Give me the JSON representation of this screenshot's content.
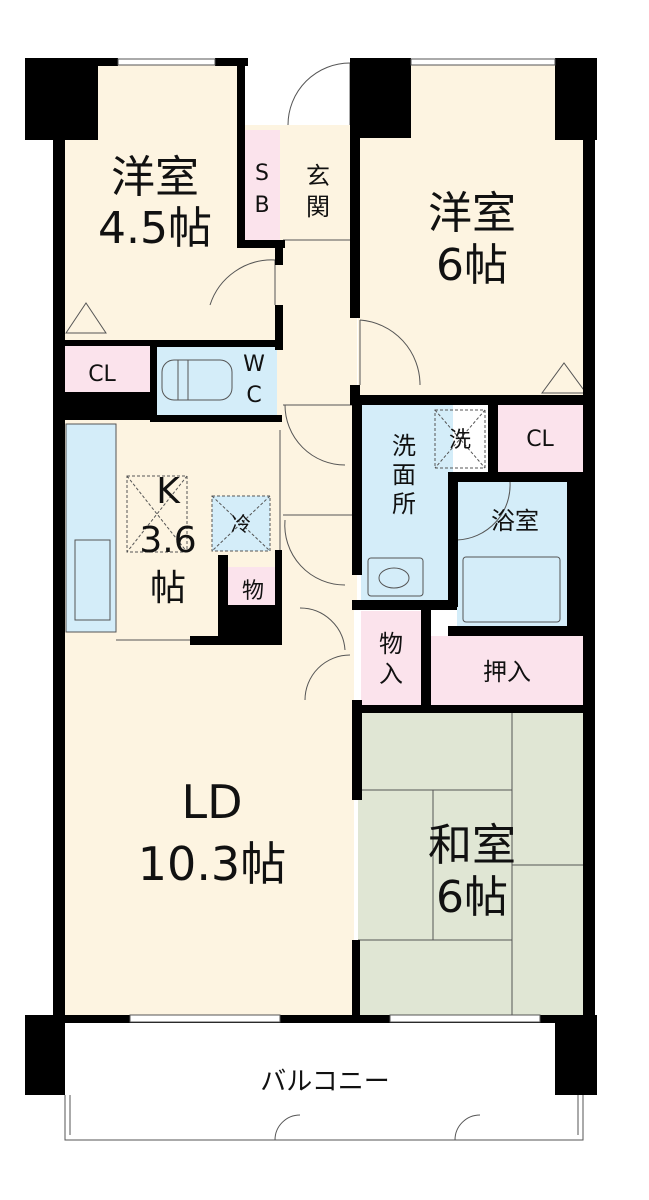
{
  "rooms": {
    "western_room_1": {
      "name": "洋室",
      "size": "4.5帖"
    },
    "western_room_2": {
      "name": "洋室",
      "size": "6帖"
    },
    "kitchen": {
      "name": "K",
      "size_number": "3.6",
      "size_unit": "帖"
    },
    "living_dining": {
      "name": "LD",
      "size": "10.3帖"
    },
    "japanese_room": {
      "name": "和室",
      "size": "6帖"
    },
    "entrance": {
      "line1": "玄",
      "line2": "関"
    },
    "shoe_box": {
      "line1": "S",
      "line2": "B"
    },
    "toilet": {
      "line1": "W",
      "line2": "C"
    },
    "washroom": {
      "line1": "洗",
      "line2": "面",
      "line3": "所"
    },
    "bathroom": {
      "name": "浴室"
    },
    "closet_left": {
      "name": "CL"
    },
    "closet_right": {
      "name": "CL"
    },
    "storage_small": {
      "name": "物"
    },
    "storage_hall": {
      "line1": "物",
      "line2": "入"
    },
    "oshiire": {
      "name": "押入"
    },
    "washer_space": {
      "name": "洗"
    },
    "fridge_space": {
      "name": "冷"
    },
    "balcony": {
      "name": "バルコニー"
    }
  },
  "colors": {
    "wall": "#000000",
    "western_floor": "#fdf4e1",
    "tatami": "#e0e6d4",
    "wet_area": "#d4edf9",
    "storage": "#fbe3ec",
    "line": "#555555"
  }
}
